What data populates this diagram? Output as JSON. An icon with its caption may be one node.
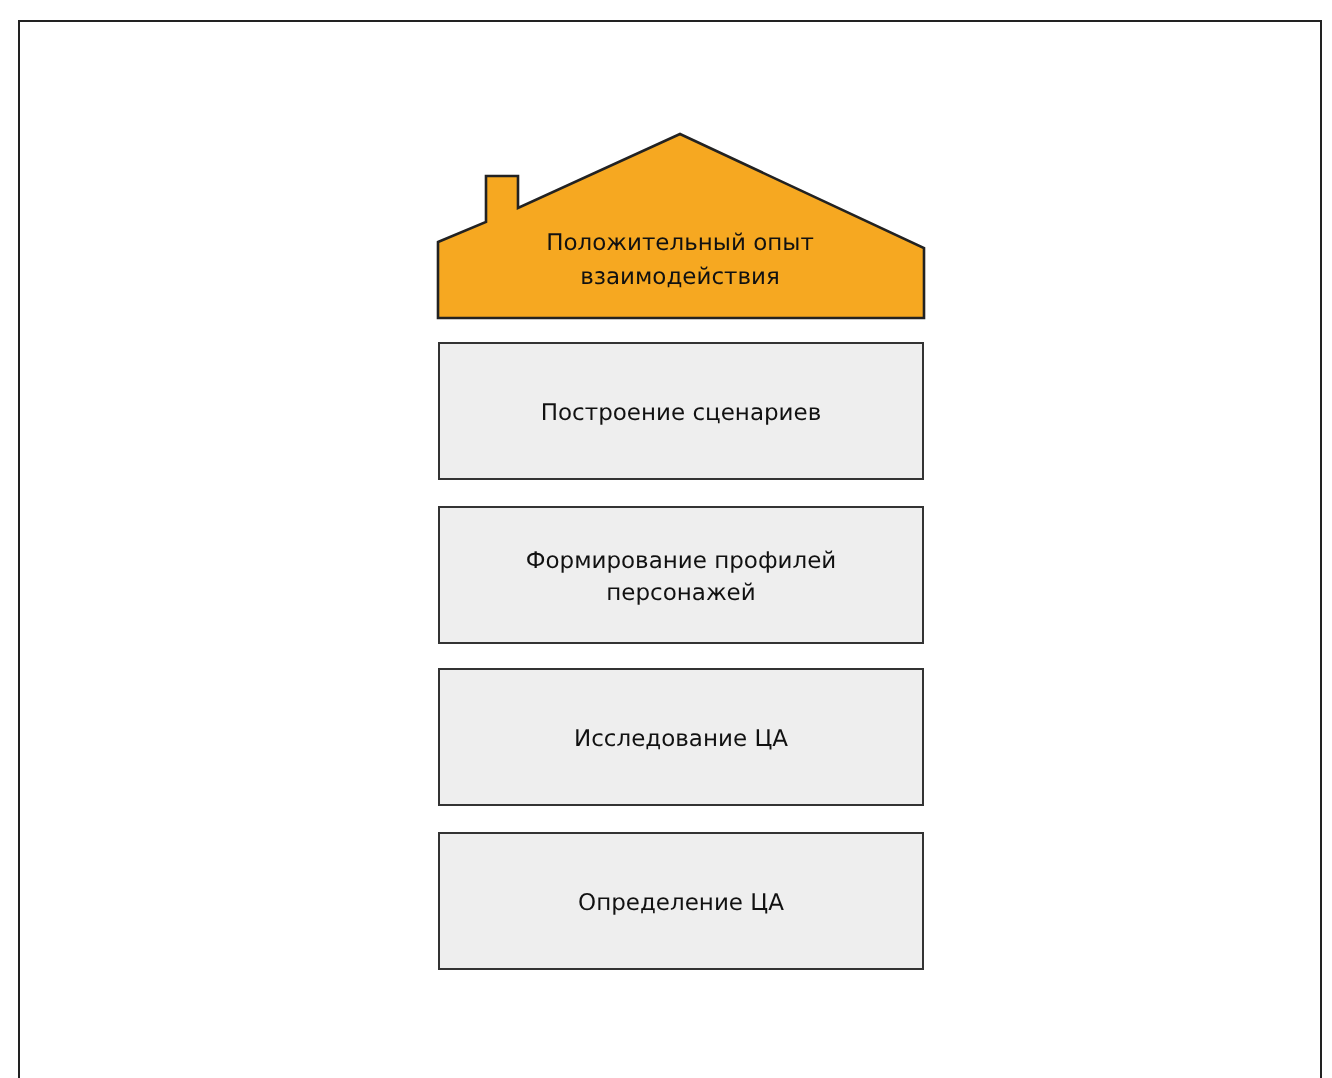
{
  "diagram": {
    "nodes": [
      {
        "text": [
          "Положительный опыт взаимодействия"
        ]
      },
      {
        "text": [
          "Построение сценариев"
        ]
      },
      {
        "text": [
          "Формирование профилей персонажей"
        ]
      },
      {
        "text": [
          "Исследование ЦА"
        ]
      },
      {
        "text": [
          "Определение ЦА"
        ]
      }
    ]
  }
}
